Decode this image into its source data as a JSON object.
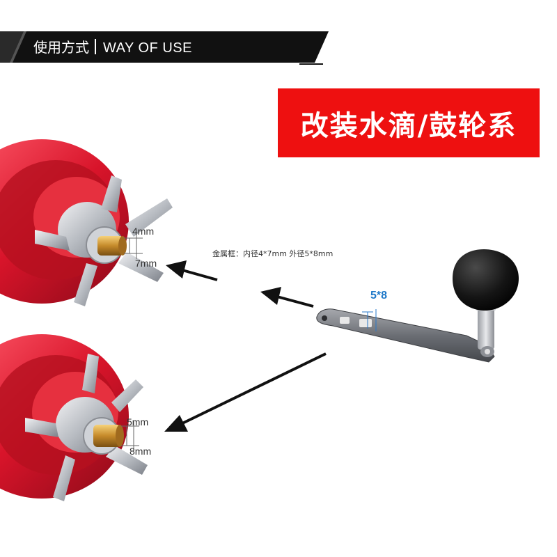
{
  "banner": {
    "title_cn": "使用方式",
    "title_en": "WAY OF USE",
    "bg_color": "#111111"
  },
  "highlight": {
    "text": "改装水滴/鼓轮系",
    "bg_color": "#ee1010"
  },
  "note": {
    "text": "金属框：内径4*7mm 外径5*8mm"
  },
  "handle": {
    "slot_label": "5*8",
    "label_color": "#1e78c8"
  },
  "reel_top": {
    "inner_label": "4mm",
    "outer_label": "7mm"
  },
  "reel_bottom": {
    "inner_label": "5mm",
    "outer_label": "8mm"
  },
  "icons": {
    "arrow": "arrow-left-icon",
    "reel": "reel-icon",
    "handle": "handle-icon"
  }
}
